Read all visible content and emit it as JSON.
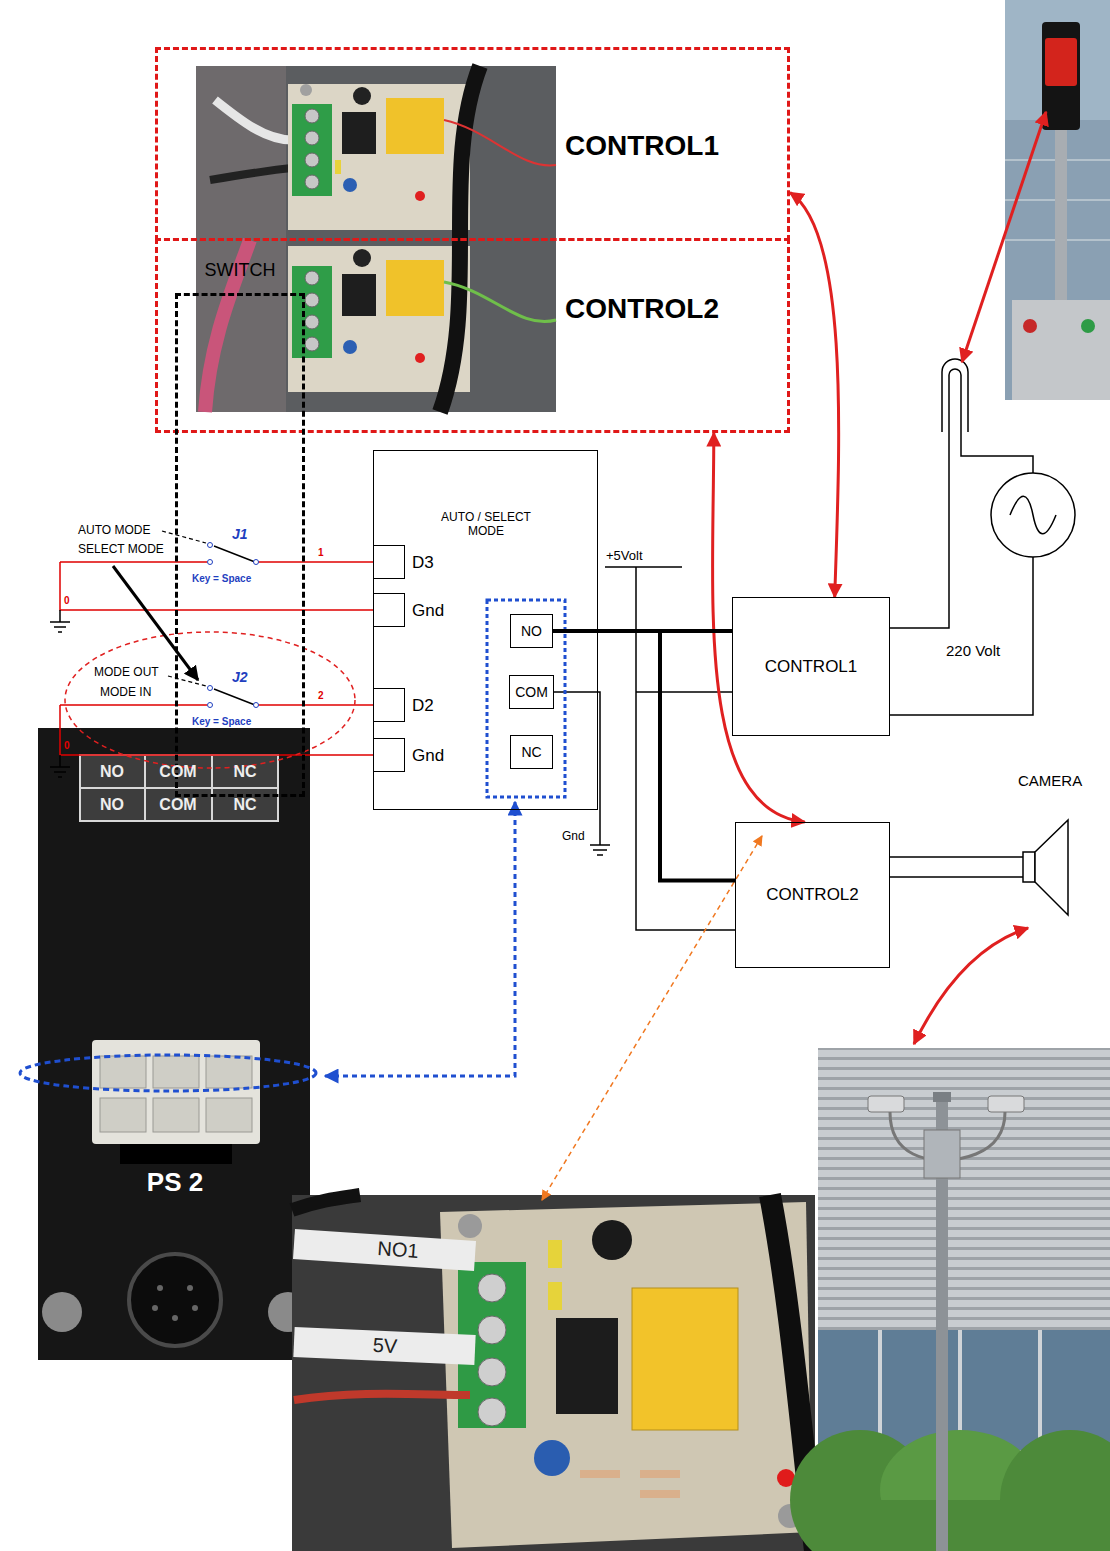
{
  "diagram": {
    "nodes": [
      {
        "text": [
          "CONTROL1"
        ]
      },
      {
        "text": [
          "CONTROL2"
        ]
      },
      {
        "text": [
          "SWITCH"
        ]
      },
      {
        "text": [
          "AUTO / SELECT MODE"
        ]
      },
      {
        "text": [
          "D3"
        ],
        "in": 3
      },
      {
        "text": [
          "Gnd"
        ],
        "in": 3
      },
      {
        "text": [
          "D2"
        ],
        "in": 3
      },
      {
        "text": [
          "Gnd"
        ],
        "in": 3
      },
      {
        "text": [
          "NO"
        ],
        "in": 3
      },
      {
        "text": [
          "COM"
        ],
        "in": 3
      },
      {
        "text": [
          "NC"
        ],
        "in": 3
      },
      {
        "text": [
          "CONTROL1"
        ]
      },
      {
        "text": [
          "CONTROL2"
        ]
      }
    ],
    "edges": [
      {
        "from": 0,
        "to": 11,
        "arrow": "both"
      },
      {
        "from": 1,
        "to": 12,
        "arrow": "both"
      },
      {
        "from": 8,
        "to": 11,
        "arrow": "none"
      },
      {
        "from": 8,
        "to": 12,
        "arrow": "none"
      }
    ],
    "labels": [
      "AUTO MODE",
      "SELECT MODE",
      "J1",
      "Key = Space",
      "1",
      "0",
      "MODE OUT",
      "MODE IN",
      "J2",
      "Key = Space",
      "2",
      "0",
      "+5Volt",
      "Gnd",
      "220 Volt",
      "CAMERA",
      "NO",
      "COM",
      "NC",
      "NO",
      "COM",
      "NC",
      "PS 2",
      "NO1",
      "5V"
    ]
  }
}
